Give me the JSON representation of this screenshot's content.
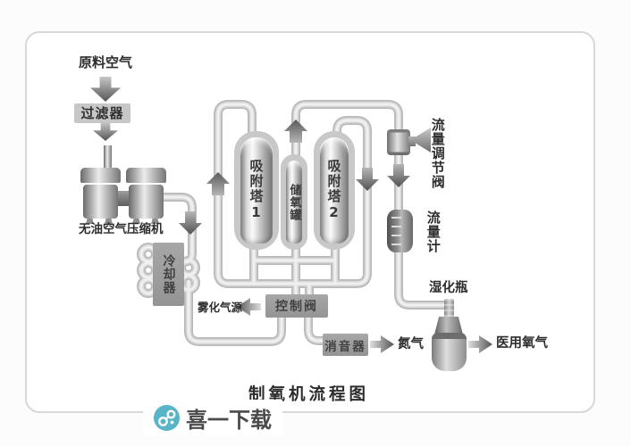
{
  "page": {
    "title": "制氧机流程图",
    "watermark": {
      "text": "喜一下载",
      "icon": "link-molecule-icon",
      "icon_color": "#58b4c6"
    }
  },
  "labels": {
    "raw_air": "原料空气",
    "filter": "过滤器",
    "compressor": "无油空气压缩机",
    "cooler": "冷却器",
    "tower1": "吸附塔1",
    "tank": "储氧罐",
    "tower2": "吸附塔2",
    "flow_valve": "流量调节阀",
    "flow_meter": "流量计",
    "humidifier": "湿化瓶",
    "atomizing_source": "雾化气源",
    "control_valve": "控制阀",
    "muffler": "消音器",
    "nitrogen": "氮气",
    "medical_oxygen": "医用氧气"
  },
  "colors": {
    "pipe": "#c0c0c0",
    "equipment_box": "#9c9c9c",
    "arrow": "#5f5f5f",
    "watermark_teal": "#58b4c6",
    "card_border": "#d8d8d8"
  }
}
